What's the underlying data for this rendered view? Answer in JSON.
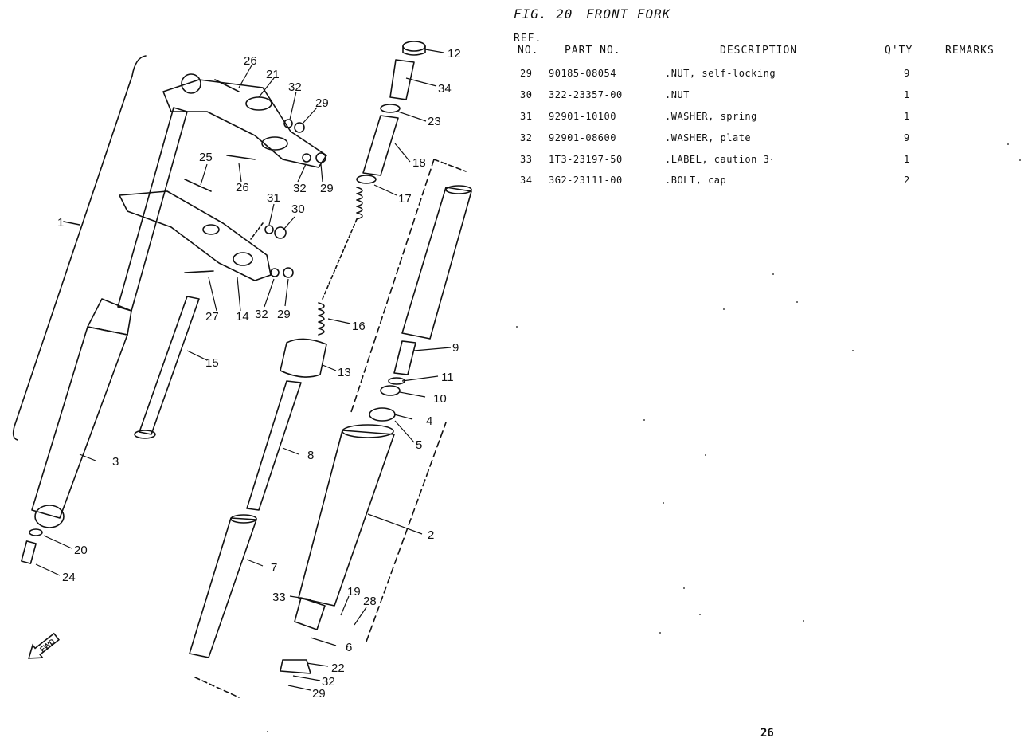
{
  "figure": {
    "label": "FIG. 20",
    "title": "FRONT FORK"
  },
  "table": {
    "headers": {
      "ref_line1": "REF.",
      "ref_line2": "NO.",
      "part_no": "PART NO.",
      "description": "DESCRIPTION",
      "qty": "Q'TY",
      "remarks": "REMARKS"
    },
    "rows": [
      {
        "ref": "29",
        "part_no": "90185-08054",
        "description": ".NUT, self-locking",
        "qty": "9",
        "remarks": ""
      },
      {
        "ref": "30",
        "part_no": "322-23357-00",
        "description": ".NUT",
        "qty": "1",
        "remarks": ""
      },
      {
        "ref": "31",
        "part_no": "92901-10100",
        "description": ".WASHER, spring",
        "qty": "1",
        "remarks": ""
      },
      {
        "ref": "32",
        "part_no": "92901-08600",
        "description": ".WASHER, plate",
        "qty": "9",
        "remarks": ""
      },
      {
        "ref": "33",
        "part_no": "1T3-23197-50",
        "description": ".LABEL, caution 3",
        "qty": "1",
        "remarks": ""
      },
      {
        "ref": "34",
        "part_no": "3G2-23111-00",
        "description": ".BOLT, cap",
        "qty": "2",
        "remarks": ""
      }
    ]
  },
  "diagram": {
    "callouts": [
      "1",
      "2",
      "3",
      "4",
      "5",
      "6",
      "7",
      "8",
      "9",
      "10",
      "11",
      "12",
      "13",
      "14",
      "15",
      "16",
      "17",
      "18",
      "19",
      "20",
      "21",
      "22",
      "23",
      "24",
      "25",
      "26",
      "26",
      "27",
      "28",
      "29",
      "29",
      "29",
      "29",
      "30",
      "31",
      "32",
      "32",
      "32",
      "32",
      "33",
      "34"
    ],
    "fwd_badge": "FWD"
  },
  "page_number": "26"
}
